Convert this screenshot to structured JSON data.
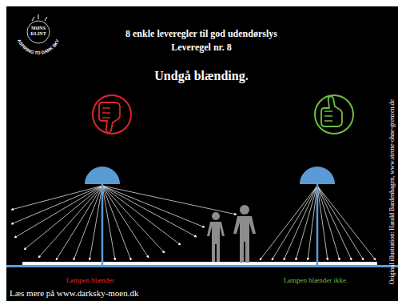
{
  "diagram": {
    "title": "8 enkle leveregler til god udendørslys",
    "labels": [
      "Leveregel nr. 8",
      "Undgå blænding.",
      "Lampen blænder",
      "Lampen blænder ikke.",
      "Læs mere på www.darksky-moen.dk",
      "Original illustration: Harald Bardenhagen, www.sterne-ohne-grenzen.de",
      "MØNS",
      "KLINT",
      "ASPIRING TO DARK SKY"
    ]
  }
}
